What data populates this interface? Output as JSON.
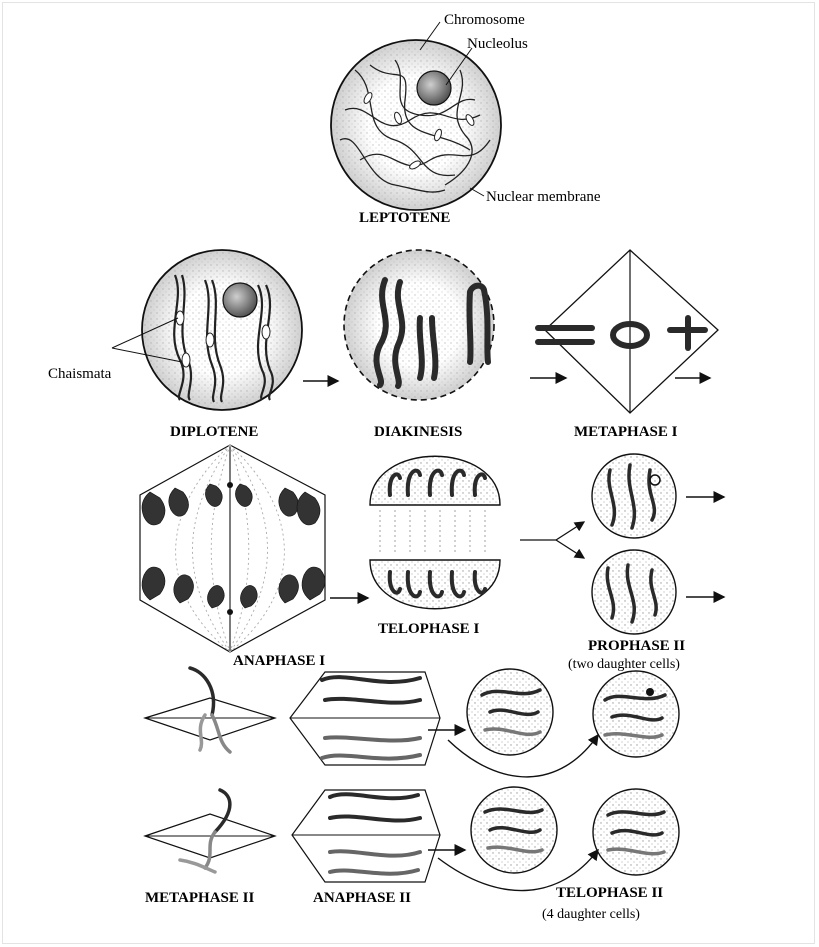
{
  "labels": {
    "chromosome": "Chromosome",
    "nucleolus": "Nucleolus",
    "nuclear_membrane": "Nuclear membrane",
    "chaismata": "Chaismata"
  },
  "stages": {
    "leptotene": "LEPTOTENE",
    "diplotene": "DIPLOTENE",
    "diakinesis": "DIAKINESIS",
    "metaphase1": "METAPHASE I",
    "anaphase1": "ANAPHASE I",
    "telophase1": "TELOPHASE I",
    "prophase2": "PROPHASE II",
    "prophase2_sub": "(two daughter cells)",
    "metaphase2": "METAPHASE II",
    "anaphase2": "ANAPHASE II",
    "telophase2": "TELOPHASE II",
    "telophase2_sub": "(4 daughter cells)"
  },
  "colors": {
    "ink": "#111111",
    "stipple": "#bdbdbd",
    "chromosome": "#2a2a2a"
  }
}
